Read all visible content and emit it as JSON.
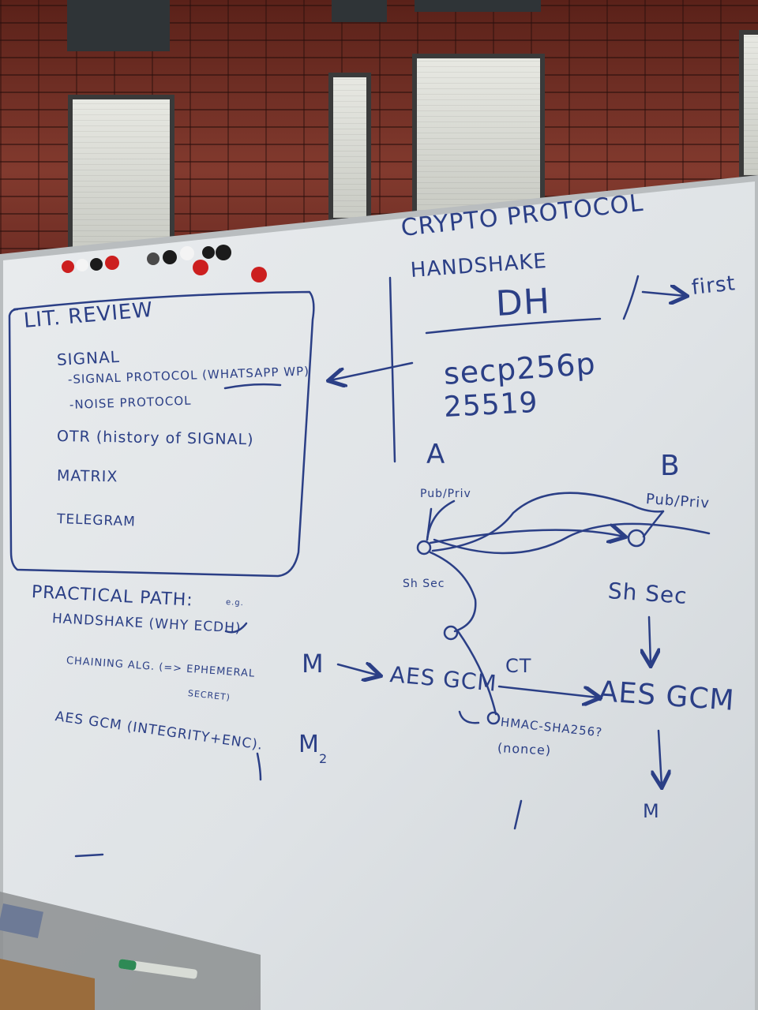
{
  "crypto": {
    "title": "CRYPTO PROTOCOL",
    "handshake": "HANDSHAKE",
    "dh": "DH",
    "first": "first",
    "curve1": "secp256p",
    "curve2": "25519"
  },
  "lit_review": {
    "title": "LIT. REVIEW",
    "items": [
      "SIGNAL",
      "-SIGNAL PROTOCOL (WHATSAPP WP)",
      "-NOISE PROTOCOL",
      "OTR (history of SIGNAL)",
      "MATRIX",
      "TELEGRAM"
    ]
  },
  "practical_path": {
    "title": "PRACTICAL PATH:",
    "items": [
      "HANDSHAKE (WHY ECDH)",
      "e.g.",
      "CHAINING ALG. (=> EPHEMERAL",
      "SECRET)",
      "AES GCM (INTEGRITY+ENC)."
    ]
  },
  "diagram": {
    "party_a": "A",
    "party_b": "B",
    "pubpriv_a": "Pub/Priv",
    "pubpriv_b": "Pub/Priv",
    "shsec_a": "Sh Sec",
    "shsec_b": "Sh Sec",
    "m1": "M",
    "aes_left": "AES GCM",
    "ct": "CT",
    "aes_right": "AES GCM",
    "hmac": "HMAC-SHA256?",
    "nonce": "(nonce)",
    "m2": "M",
    "m2_sub": "2",
    "m_out": "M"
  },
  "colors": {
    "marker_blue": "#2b3f86",
    "board": "#e4e7ea",
    "brick": "#7a3328"
  }
}
